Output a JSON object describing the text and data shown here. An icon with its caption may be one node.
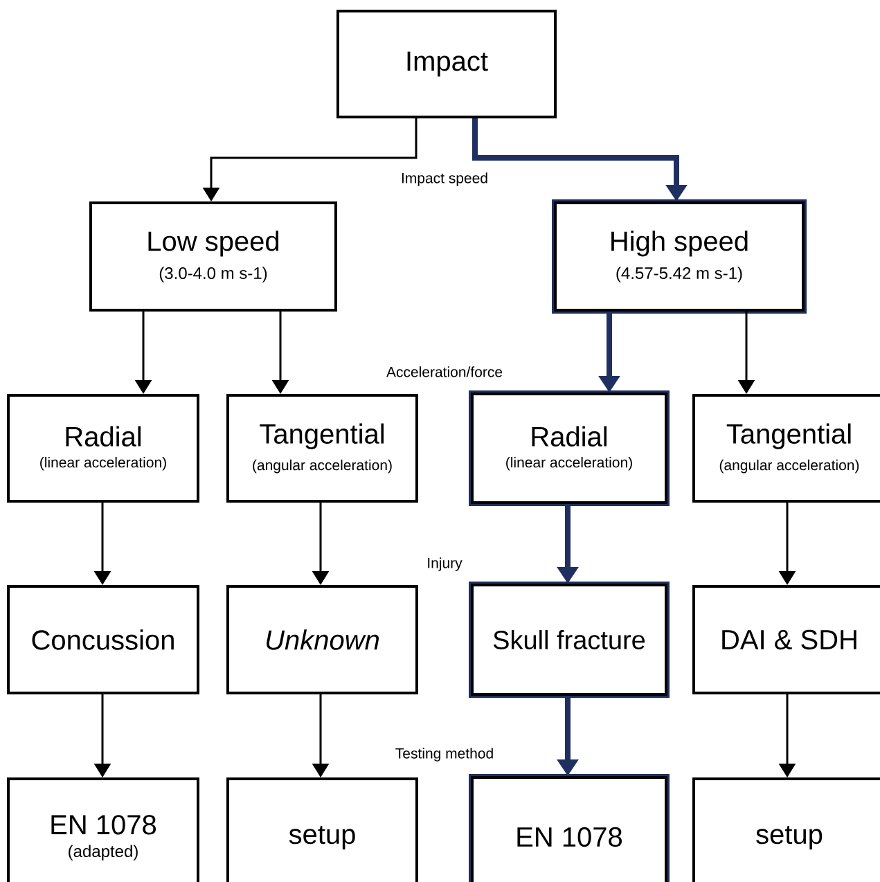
{
  "diagram": {
    "nodes": [
      {
        "text": [
          "Impact"
        ]
      },
      {
        "text": [
          "Low speed",
          "(3.0-4.0 m s-1)"
        ]
      },
      {
        "text": [
          "High speed",
          "(4.57-5.42 m s-1)"
        ]
      },
      {
        "text": [
          "Radial",
          "(linear acceleration)"
        ]
      },
      {
        "text": [
          "Tangential",
          "(angular acceleration)"
        ]
      },
      {
        "text": [
          "Radial",
          "(linear acceleration)"
        ]
      },
      {
        "text": [
          "Tangential",
          "(angular acceleration)"
        ]
      },
      {
        "text": [
          "Concussion"
        ]
      },
      {
        "text": [
          "Unknown"
        ]
      },
      {
        "text": [
          "Skull fracture"
        ]
      },
      {
        "text": [
          "DAI & SDH"
        ]
      },
      {
        "text": [
          "EN 1078",
          "(adapted)"
        ]
      },
      {
        "text": [
          "setup"
        ]
      },
      {
        "text": [
          "EN 1078"
        ]
      },
      {
        "text": [
          "setup"
        ]
      }
    ],
    "edges": [
      {
        "from": 0,
        "to": 1,
        "arrow": "to"
      },
      {
        "from": 0,
        "to": 2,
        "arrow": "to",
        "style": "thick",
        "color": "#1f3060"
      },
      {
        "from": 1,
        "to": 3,
        "arrow": "to"
      },
      {
        "from": 1,
        "to": 4,
        "arrow": "to"
      },
      {
        "from": 2,
        "to": 5,
        "arrow": "to",
        "style": "thick",
        "color": "#1f3060"
      },
      {
        "from": 2,
        "to": 6,
        "arrow": "to"
      },
      {
        "from": 3,
        "to": 7,
        "arrow": "to"
      },
      {
        "from": 4,
        "to": 8,
        "arrow": "to"
      },
      {
        "from": 5,
        "to": 9,
        "arrow": "to",
        "style": "thick",
        "color": "#1f3060"
      },
      {
        "from": 6,
        "to": 10,
        "arrow": "to"
      },
      {
        "from": 7,
        "to": 11,
        "arrow": "to"
      },
      {
        "from": 8,
        "to": 12,
        "arrow": "to"
      },
      {
        "from": 9,
        "to": 13,
        "arrow": "to",
        "style": "thick",
        "color": "#1f3060"
      },
      {
        "from": 10,
        "to": 14,
        "arrow": "to"
      }
    ],
    "labels": [
      "Impact speed",
      "Acceleration/force",
      "Injury",
      "Testing method"
    ]
  }
}
